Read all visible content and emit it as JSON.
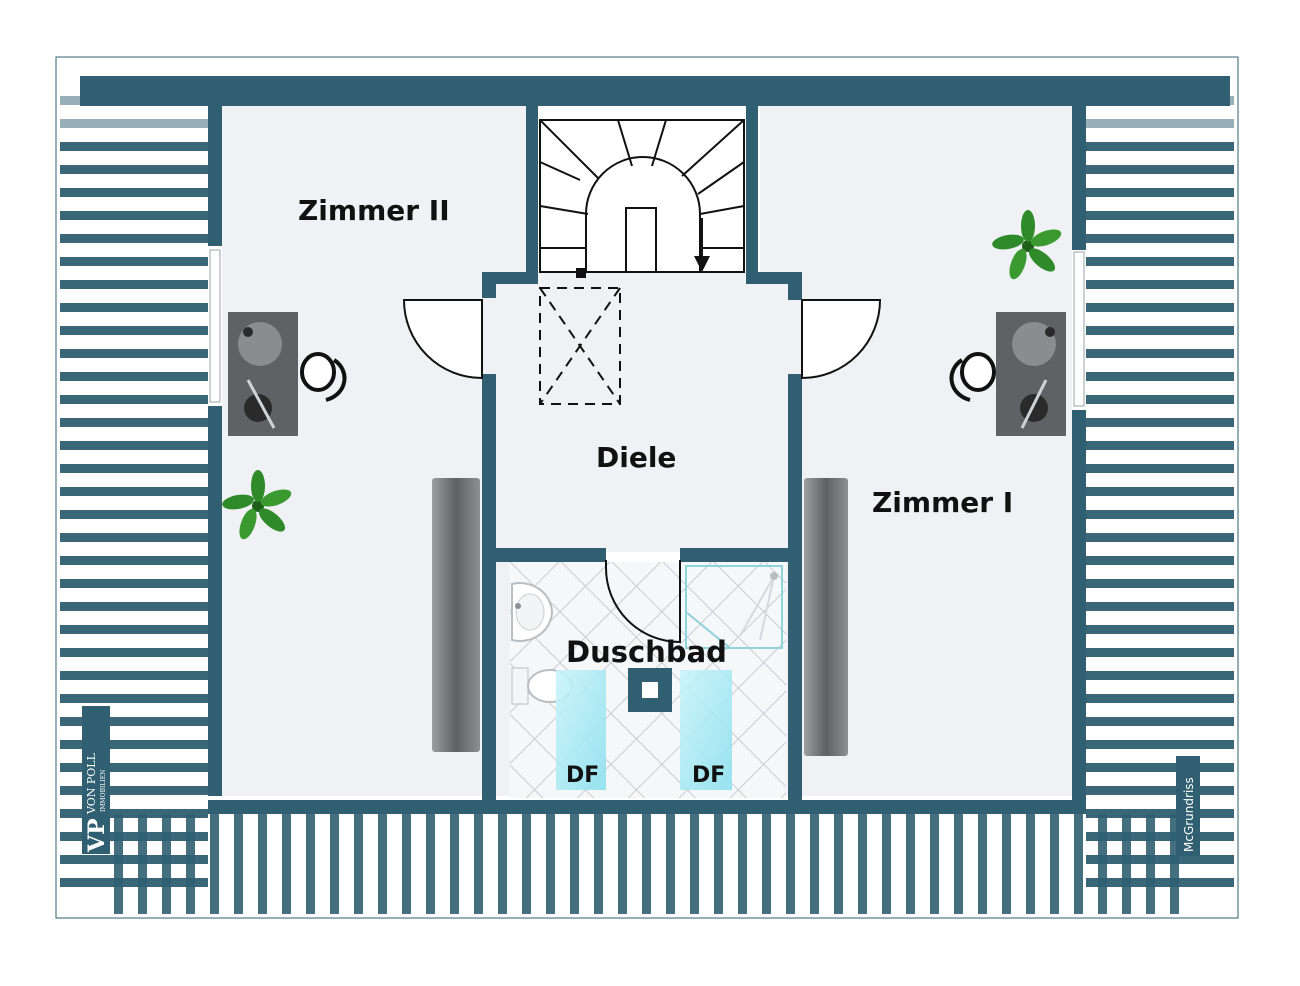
{
  "rooms": {
    "zimmer_ii": "Zimmer II",
    "diele": "Diele",
    "zimmer_i": "Zimmer I",
    "duschbad": "Duschbad"
  },
  "skylights": [
    "DF",
    "DF"
  ],
  "branding": {
    "logo_initials": "VP",
    "logo_name": "VON POLL",
    "logo_sub": "IMMOBILIEN",
    "credit": "McGrundriss"
  },
  "colors": {
    "wall": "#2f5f70",
    "floor": "#eff1f4",
    "roof_stripe": "#2f5f70",
    "tile_line": "#c7ccd2",
    "radiator": "#6d6f72",
    "desk": "#5f6164",
    "skylight": "#aee9f2",
    "plant": "#2f8a2a"
  }
}
